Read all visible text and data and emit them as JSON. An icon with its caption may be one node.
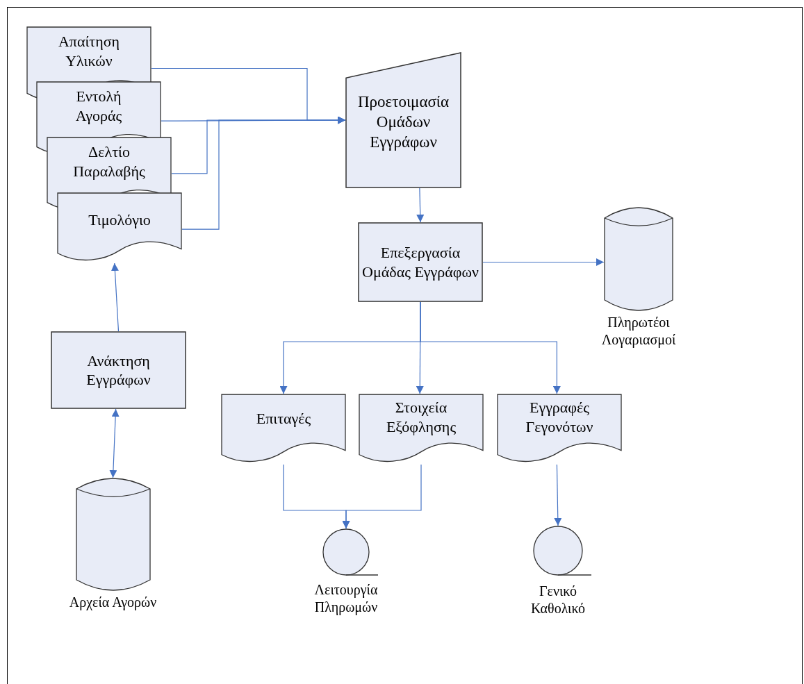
{
  "diagram": {
    "nodes": [
      {
        "text": [
          "Απαίτηση Υλικών"
        ]
      },
      {
        "text": [
          "Εντολή Αγοράς"
        ]
      },
      {
        "text": [
          "Δελτίο Παραλαβής"
        ]
      },
      {
        "text": [
          "Τιμολόγιο"
        ]
      },
      {
        "text": [
          "Ανάκτηση Εγγράφων"
        ]
      },
      {
        "text": [
          "Αρχεία Αγορών"
        ]
      },
      {
        "text": [
          "Προετοιμασία Ομάδων Εγγράφων"
        ]
      },
      {
        "text": [
          "Επεξεργασία Ομάδας Εγγράφων"
        ]
      },
      {
        "text": [
          "Πληρωτέοι Λογαριασμοί"
        ]
      },
      {
        "text": [
          "Επιταγές"
        ]
      },
      {
        "text": [
          "Στοιχεία Εξόφλησης"
        ]
      },
      {
        "text": [
          "Εγγραφές Γεγονότων"
        ]
      },
      {
        "text": [
          "Λειτουργία Πληρωμών"
        ]
      },
      {
        "text": [
          "Γενικό Καθολικό"
        ]
      }
    ],
    "edges": [
      {
        "from": 0,
        "to": 6,
        "arrow": "to"
      },
      {
        "from": 1,
        "to": 6,
        "arrow": "to"
      },
      {
        "from": 2,
        "to": 6,
        "arrow": "to"
      },
      {
        "from": 3,
        "to": 6,
        "arrow": "to"
      },
      {
        "from": 4,
        "to": 3,
        "arrow": "to"
      },
      {
        "from": 5,
        "to": 4,
        "arrow": "both"
      },
      {
        "from": 6,
        "to": 7,
        "arrow": "to"
      },
      {
        "from": 7,
        "to": 8,
        "arrow": "to"
      },
      {
        "from": 7,
        "to": 9,
        "arrow": "to"
      },
      {
        "from": 7,
        "to": 10,
        "arrow": "to"
      },
      {
        "from": 7,
        "to": 11,
        "arrow": "to"
      },
      {
        "from": 9,
        "to": 12,
        "arrow": "to"
      },
      {
        "from": 10,
        "to": 12,
        "arrow": "to"
      },
      {
        "from": 11,
        "to": 13,
        "arrow": "to"
      }
    ]
  }
}
